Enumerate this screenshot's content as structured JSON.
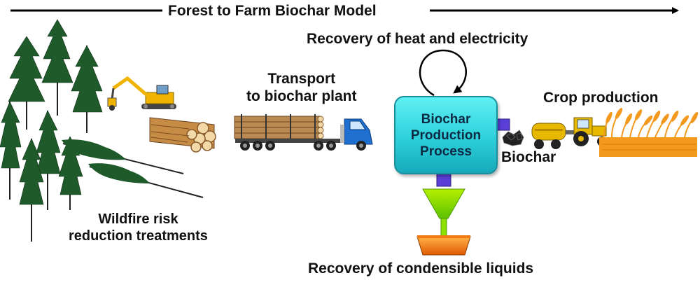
{
  "title": "Forest to Farm Biochar Model",
  "labels": {
    "heat_recovery": "Recovery of heat and electricity",
    "transport_line1": "Transport",
    "transport_line2": "to biochar plant",
    "process_line1": "Biochar",
    "process_line2": "Production",
    "process_line3": "Process",
    "biochar": "Biochar",
    "crop": "Crop production",
    "wildfire_line1": "Wildfire risk",
    "wildfire_line2": "reduction treatments",
    "liquids": "Recovery of condensible liquids"
  },
  "colors": {
    "process_box": "#2cd0da",
    "pipe": "#5a3fd6",
    "funnel": "#8fe000",
    "tray": "#f07a12",
    "tree": "#1f5a2a",
    "truck_cab": "#1f6fd1",
    "tractor": "#e6b800",
    "wheat": "#f39a1e"
  }
}
